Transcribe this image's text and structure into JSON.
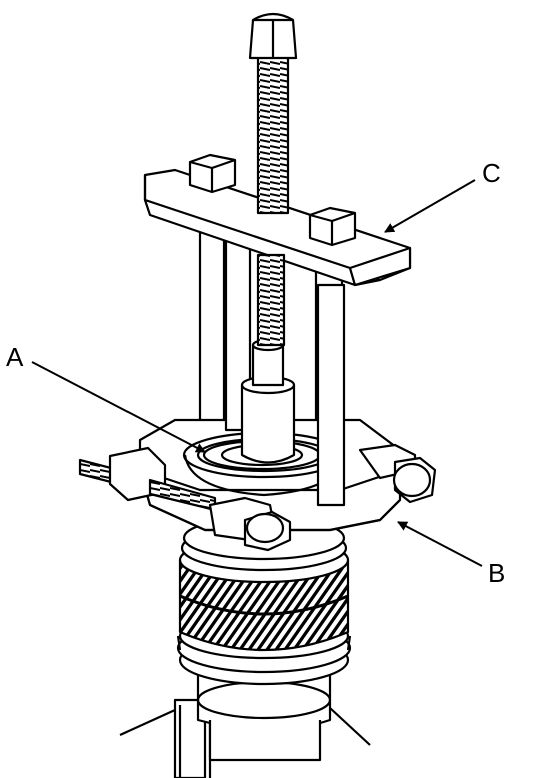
{
  "labels": {
    "a": "A",
    "b": "B",
    "c": "C"
  },
  "colors": {
    "line": "#000000",
    "fill": "#ffffff",
    "thread": "#222222"
  }
}
